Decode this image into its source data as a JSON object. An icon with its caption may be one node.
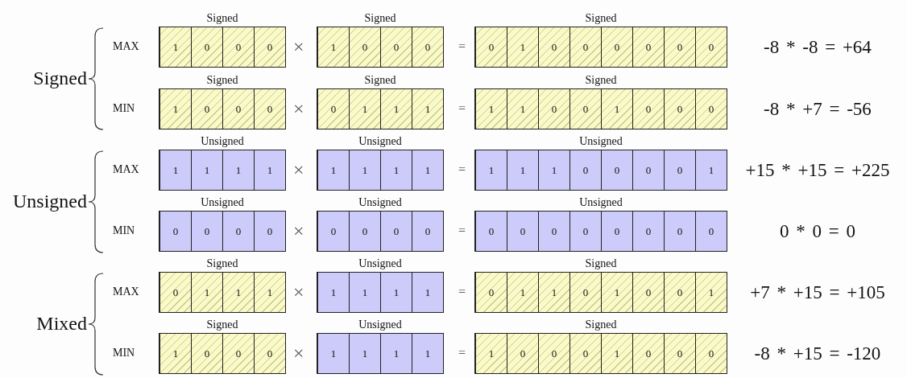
{
  "diagram": {
    "nodes": [
      {
        "text": [
          "Signed"
        ]
      },
      {
        "text": [
          "1"
        ],
        "in": 0
      },
      {
        "text": [
          "0"
        ],
        "in": 0
      },
      {
        "text": [
          "0"
        ],
        "in": 0
      },
      {
        "text": [
          "0"
        ],
        "in": 0
      },
      {
        "text": [
          "Signed"
        ]
      },
      {
        "text": [
          "1"
        ],
        "in": 5
      },
      {
        "text": [
          "0"
        ],
        "in": 5
      },
      {
        "text": [
          "0"
        ],
        "in": 5
      },
      {
        "text": [
          "0"
        ],
        "in": 5
      },
      {
        "text": [
          "Signed"
        ]
      },
      {
        "text": [
          "0"
        ],
        "in": 10
      },
      {
        "text": [
          "1"
        ],
        "in": 10
      },
      {
        "text": [
          "0"
        ],
        "in": 10
      },
      {
        "text": [
          "0"
        ],
        "in": 10
      },
      {
        "text": [
          "0"
        ],
        "in": 10
      },
      {
        "text": [
          "0"
        ],
        "in": 10
      },
      {
        "text": [
          "0"
        ],
        "in": 10
      },
      {
        "text": [
          "0"
        ],
        "in": 10
      },
      {
        "text": [
          "Signed"
        ]
      },
      {
        "text": [
          "1"
        ],
        "in": 19
      },
      {
        "text": [
          "0"
        ],
        "in": 19
      },
      {
        "text": [
          "0"
        ],
        "in": 19
      },
      {
        "text": [
          "0"
        ],
        "in": 19
      },
      {
        "text": [
          "Signed"
        ]
      },
      {
        "text": [
          "0"
        ],
        "in": 24
      },
      {
        "text": [
          "1"
        ],
        "in": 24
      },
      {
        "text": [
          "1"
        ],
        "in": 24
      },
      {
        "text": [
          "1"
        ],
        "in": 24
      },
      {
        "text": [
          "Signed"
        ]
      },
      {
        "text": [
          "1"
        ],
        "in": 29
      },
      {
        "text": [
          "1"
        ],
        "in": 29
      },
      {
        "text": [
          "0"
        ],
        "in": 29
      },
      {
        "text": [
          "0"
        ],
        "in": 29
      },
      {
        "text": [
          "1"
        ],
        "in": 29
      },
      {
        "text": [
          "0"
        ],
        "in": 29
      },
      {
        "text": [
          "0"
        ],
        "in": 29
      },
      {
        "text": [
          "0"
        ],
        "in": 29
      },
      {
        "text": [
          "Unsigned"
        ]
      },
      {
        "text": [
          "1"
        ],
        "in": 38
      },
      {
        "text": [
          "1"
        ],
        "in": 38
      },
      {
        "text": [
          "1"
        ],
        "in": 38
      },
      {
        "text": [
          "1"
        ],
        "in": 38
      },
      {
        "text": [
          "Unsigned"
        ]
      },
      {
        "text": [
          "1"
        ],
        "in": 43
      },
      {
        "text": [
          "1"
        ],
        "in": 43
      },
      {
        "text": [
          "1"
        ],
        "in": 43
      },
      {
        "text": [
          "1"
        ],
        "in": 43
      },
      {
        "text": [
          "Unsigned"
        ]
      },
      {
        "text": [
          "1"
        ],
        "in": 48
      },
      {
        "text": [
          "1"
        ],
        "in": 48
      },
      {
        "text": [
          "1"
        ],
        "in": 48
      },
      {
        "text": [
          "0"
        ],
        "in": 48
      },
      {
        "text": [
          "0"
        ],
        "in": 48
      },
      {
        "text": [
          "0"
        ],
        "in": 48
      },
      {
        "text": [
          "0"
        ],
        "in": 48
      },
      {
        "text": [
          "1"
        ],
        "in": 48
      },
      {
        "text": [
          "Unsigned"
        ]
      },
      {
        "text": [
          "0"
        ],
        "in": 57
      },
      {
        "text": [
          "0"
        ],
        "in": 57
      },
      {
        "text": [
          "0"
        ],
        "in": 57
      },
      {
        "text": [
          "0"
        ],
        "in": 57
      },
      {
        "text": [
          "Unsigned"
        ]
      },
      {
        "text": [
          "0"
        ],
        "in": 62
      },
      {
        "text": [
          "0"
        ],
        "in": 62
      },
      {
        "text": [
          "0"
        ],
        "in": 62
      },
      {
        "text": [
          "0"
        ],
        "in": 62
      },
      {
        "text": [
          "Unsigned"
        ]
      },
      {
        "text": [
          "0"
        ],
        "in": 67
      },
      {
        "text": [
          "0"
        ],
        "in": 67
      },
      {
        "text": [
          "0"
        ],
        "in": 67
      },
      {
        "text": [
          "0"
        ],
        "in": 67
      },
      {
        "text": [
          "0"
        ],
        "in": 67
      },
      {
        "text": [
          "0"
        ],
        "in": 67
      },
      {
        "text": [
          "0"
        ],
        "in": 67
      },
      {
        "text": [
          "0"
        ],
        "in": 67
      },
      {
        "text": [
          "Signed"
        ]
      },
      {
        "text": [
          "0"
        ],
        "in": 76
      },
      {
        "text": [
          "1"
        ],
        "in": 76
      },
      {
        "text": [
          "1"
        ],
        "in": 76
      },
      {
        "text": [
          "1"
        ],
        "in": 76
      },
      {
        "text": [
          "Unsigned"
        ]
      },
      {
        "text": [
          "1"
        ],
        "in": 81
      },
      {
        "text": [
          "1"
        ],
        "in": 81
      },
      {
        "text": [
          "1"
        ],
        "in": 81
      },
      {
        "text": [
          "1"
        ],
        "in": 81
      },
      {
        "text": [
          "Signed"
        ]
      },
      {
        "text": [
          "0"
        ],
        "in": 86
      },
      {
        "text": [
          "1"
        ],
        "in": 86
      },
      {
        "text": [
          "1"
        ],
        "in": 86
      },
      {
        "text": [
          "0"
        ],
        "in": 86
      },
      {
        "text": [
          "1"
        ],
        "in": 86
      },
      {
        "text": [
          "0"
        ],
        "in": 86
      },
      {
        "text": [
          "0"
        ],
        "in": 86
      },
      {
        "text": [
          "1"
        ],
        "in": 86
      },
      {
        "text": [
          "Signed"
        ]
      },
      {
        "text": [
          "1"
        ],
        "in": 95
      },
      {
        "text": [
          "0"
        ],
        "in": 95
      },
      {
        "text": [
          "0"
        ],
        "in": 95
      },
      {
        "text": [
          "0"
        ],
        "in": 95
      },
      {
        "text": [
          "Unsigned"
        ]
      },
      {
        "text": [
          "1"
        ],
        "in": 100
      },
      {
        "text": [
          "1"
        ],
        "in": 100
      },
      {
        "text": [
          "1"
        ],
        "in": 100
      },
      {
        "text": [
          "1"
        ],
        "in": 100
      },
      {
        "text": [
          "Signed"
        ]
      },
      {
        "text": [
          "1"
        ],
        "in": 105
      },
      {
        "text": [
          "0"
        ],
        "in": 105
      },
      {
        "text": [
          "0"
        ],
        "in": 105
      },
      {
        "text": [
          "0"
        ],
        "in": 105
      },
      {
        "text": [
          "1"
        ],
        "in": 105
      },
      {
        "text": [
          "0"
        ],
        "in": 105
      },
      {
        "text": [
          "0"
        ],
        "in": 105
      },
      {
        "text": [
          "0"
        ],
        "in": 105
      }
    ],
    "labels": [
      "Signed",
      "MAX",
      "×",
      "=",
      "-8 * -8 = +64",
      "MIN",
      "×",
      "=",
      "-8 * +7 = -56",
      "Unsigned",
      "MAX",
      "×",
      "=",
      "+15 * +15 = +225",
      "MIN",
      "×",
      "=",
      "0 * 0 = 0",
      "Mixed",
      "MAX",
      "×",
      "=",
      "+7 * +15 = +105",
      "MIN",
      "×",
      "=",
      "-8 * +15 = -120"
    ]
  }
}
